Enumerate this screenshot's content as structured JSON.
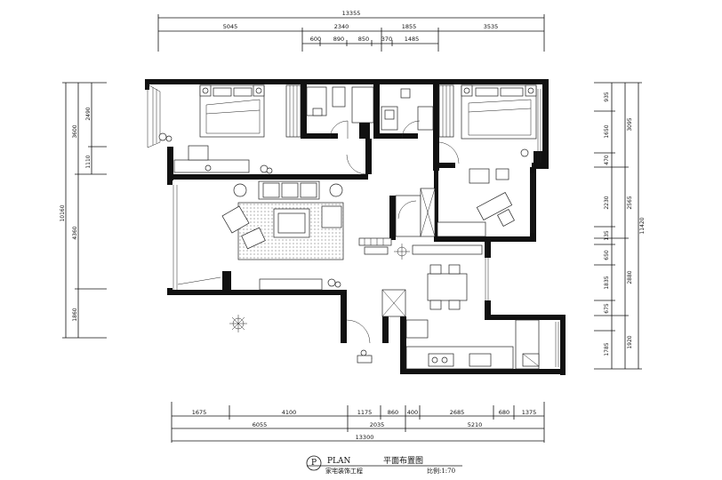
{
  "dimensions": {
    "top_total": "13355",
    "top_segments": [
      "5045",
      "2340",
      "1855",
      "3535"
    ],
    "top_sub": [
      "600",
      "890",
      "850",
      "370",
      "1485"
    ],
    "bottom_segments": [
      "1675",
      "4100",
      "1175",
      "860",
      "400",
      "2685",
      "680",
      "1375"
    ],
    "bottom_mid": [
      "6055",
      "2035",
      "5210"
    ],
    "bottom_total": "13300",
    "left_outer": "10160",
    "left_segments": [
      "3600",
      "4360",
      "1860"
    ],
    "left_sub": [
      "2490",
      "1110"
    ],
    "right_outer": "11420",
    "right_segments": [
      "3095",
      "2565",
      "2880",
      "1920"
    ],
    "right_sub": [
      "935",
      "1650",
      "470",
      "2230",
      "135",
      "650",
      "1835",
      "675",
      "1785"
    ]
  },
  "title": {
    "label_letter": "P",
    "plan_en": "PLAN",
    "plan_cn": "平面布置图",
    "subtitle": "家宅装饰工程",
    "scale": "比例:1:70"
  }
}
